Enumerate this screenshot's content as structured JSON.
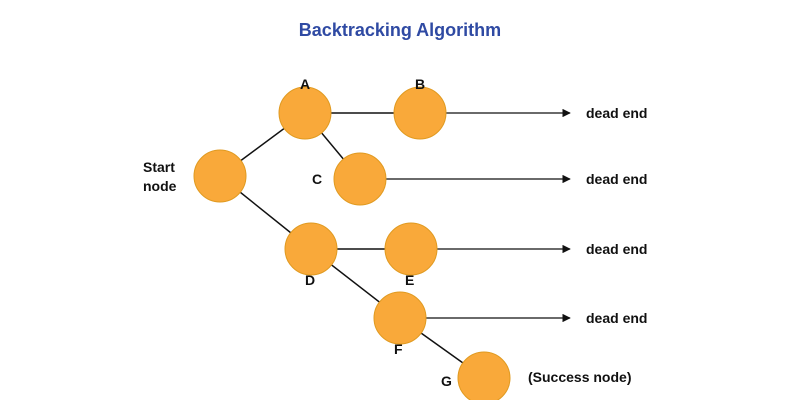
{
  "title": "Backtracking Algorithm",
  "colors": {
    "title": "#2f4aa3",
    "node_fill": "#f9a93a",
    "node_edge": "#e09a20",
    "line": "#111111"
  },
  "diagram": {
    "start_label_line1": "Start",
    "start_label_line2": "node",
    "nodes": {
      "A": "A",
      "B": "B",
      "C": "C",
      "D": "D",
      "E": "E",
      "F": "F",
      "G": "G"
    },
    "dead_end": "dead end",
    "success": "(Success node)"
  }
}
